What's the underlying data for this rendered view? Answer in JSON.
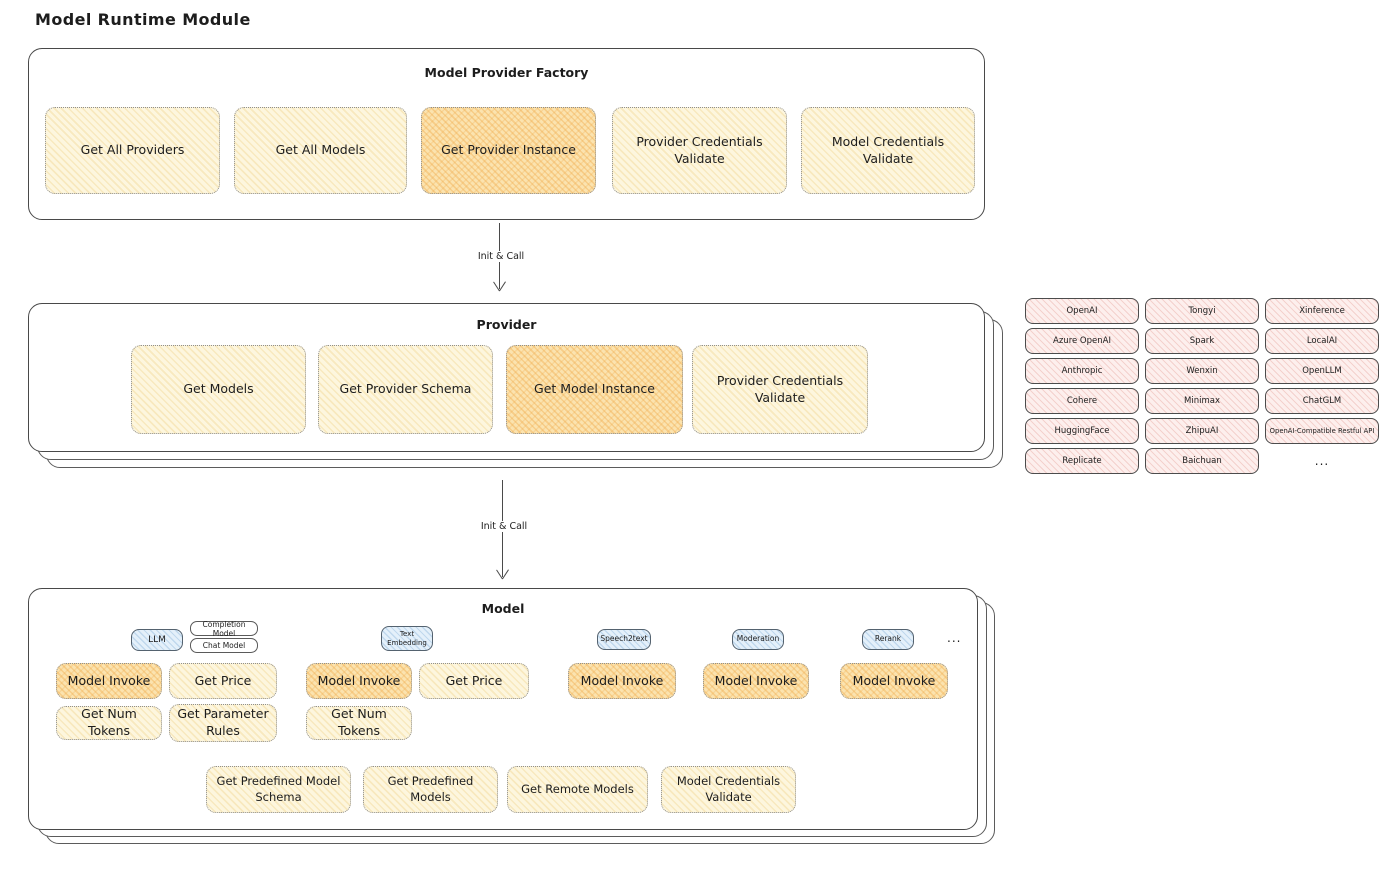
{
  "page_title": "Model Runtime Module",
  "factory": {
    "title": "Model Provider Factory",
    "buttons": [
      {
        "label": "Get All Providers",
        "highlight": false
      },
      {
        "label": "Get All Models",
        "highlight": false
      },
      {
        "label": "Get Provider Instance",
        "highlight": true
      },
      {
        "label": "Provider Credentials Validate",
        "highlight": false
      },
      {
        "label": "Model Credentials Validate",
        "highlight": false
      }
    ]
  },
  "arrows": {
    "factory_to_provider": "Init & Call",
    "provider_to_model": "Init & Call"
  },
  "provider": {
    "title": "Provider",
    "buttons": [
      {
        "label": "Get Models",
        "highlight": false
      },
      {
        "label": "Get Provider Schema",
        "highlight": false
      },
      {
        "label": "Get Model Instance",
        "highlight": true
      },
      {
        "label": "Provider Credentials Validate",
        "highlight": false
      }
    ]
  },
  "provider_list": {
    "items": [
      "OpenAI",
      "Tongyi",
      "Xinference",
      "Azure OpenAI",
      "Spark",
      "LocalAI",
      "Anthropic",
      "Wenxin",
      "OpenLLM",
      "Cohere",
      "Minimax",
      "ChatGLM",
      "HuggingFace",
      "ZhipuAI",
      "OpenAI-Compatible Restful API",
      "Replicate",
      "Baichuan"
    ],
    "ellipsis": "..."
  },
  "model": {
    "title": "Model",
    "type_tags": [
      "LLM",
      "Text Embedding",
      "Speech2text",
      "Moderation",
      "Rerank"
    ],
    "llm_model_kinds": [
      "Completion Model",
      "Chat Model"
    ],
    "ellipsis": "...",
    "actions": {
      "model_invoke": "Model Invoke",
      "get_price": "Get Price",
      "get_num_tokens": "Get Num Tokens",
      "get_parameter_rules": "Get Parameter Rules"
    },
    "bottom_actions": [
      "Get Predefined Model Schema",
      "Get Predefined Models",
      "Get Remote Models",
      "Model Credentials Validate"
    ]
  },
  "colors": {
    "action_fill": "#fdf6de",
    "highlight_fill": "#fbe3af",
    "provider_chip_fill": "#fdefed",
    "model_type_fill": "#e4f0fa",
    "outline": "#494949",
    "dotted_border": "#8f8f8f"
  }
}
